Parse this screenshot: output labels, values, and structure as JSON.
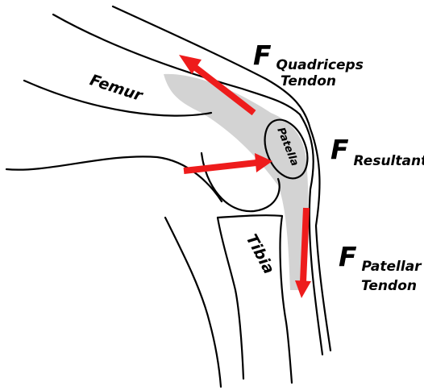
{
  "labels": {
    "femur": "Femur",
    "tibia": "Tibia",
    "patella": "Patella"
  },
  "forces": {
    "quadriceps": {
      "symbol": "F",
      "sub_line1": "Quadriceps",
      "sub_line2": "Tendon"
    },
    "resultant": {
      "symbol": "F",
      "sub_line1": "Resultant"
    },
    "patellar": {
      "symbol": "F",
      "sub_line1": "Patellar",
      "sub_line2": "Tendon"
    }
  },
  "colors": {
    "arrow": "#ee1c1c",
    "tendon": "#d3d3d3",
    "outline": "#000000"
  }
}
